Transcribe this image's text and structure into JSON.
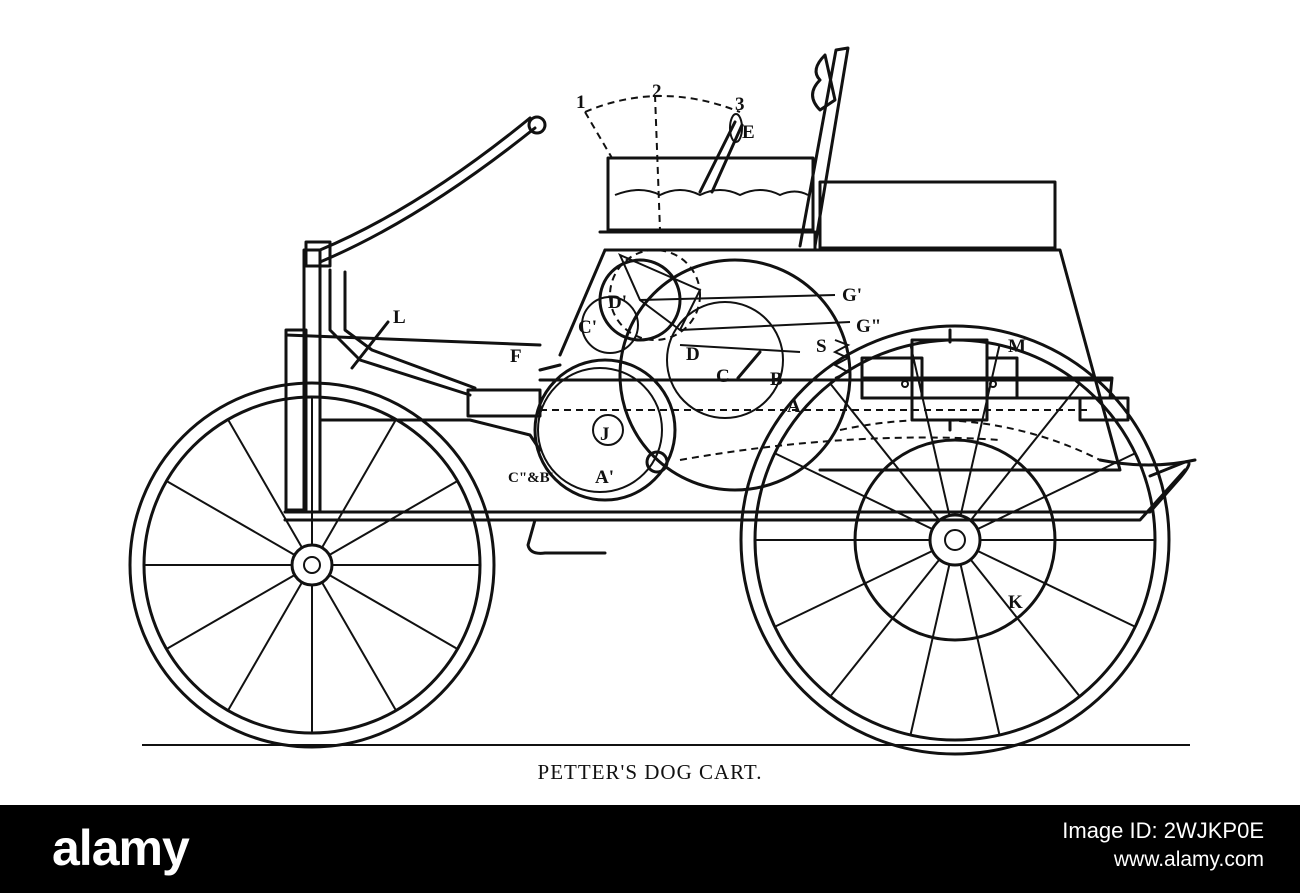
{
  "caption": "PETTER'S DOG CART.",
  "labels": {
    "pos1": "1",
    "pos2": "2",
    "pos3": "3",
    "E": "E",
    "L": "L",
    "F": "F",
    "D1": "D'",
    "C1": "C'",
    "G1": "G'",
    "G2": "G\"",
    "D": "D",
    "C": "C",
    "B": "B",
    "A": "A",
    "S": "S",
    "M": "M",
    "J": "J",
    "C2B1": "C\"&B'",
    "A1": "A'",
    "K": "K"
  },
  "watermark": {
    "brand": "alamy",
    "image_id": "Image ID: 2WJKP0E",
    "site": "www.alamy.com"
  }
}
